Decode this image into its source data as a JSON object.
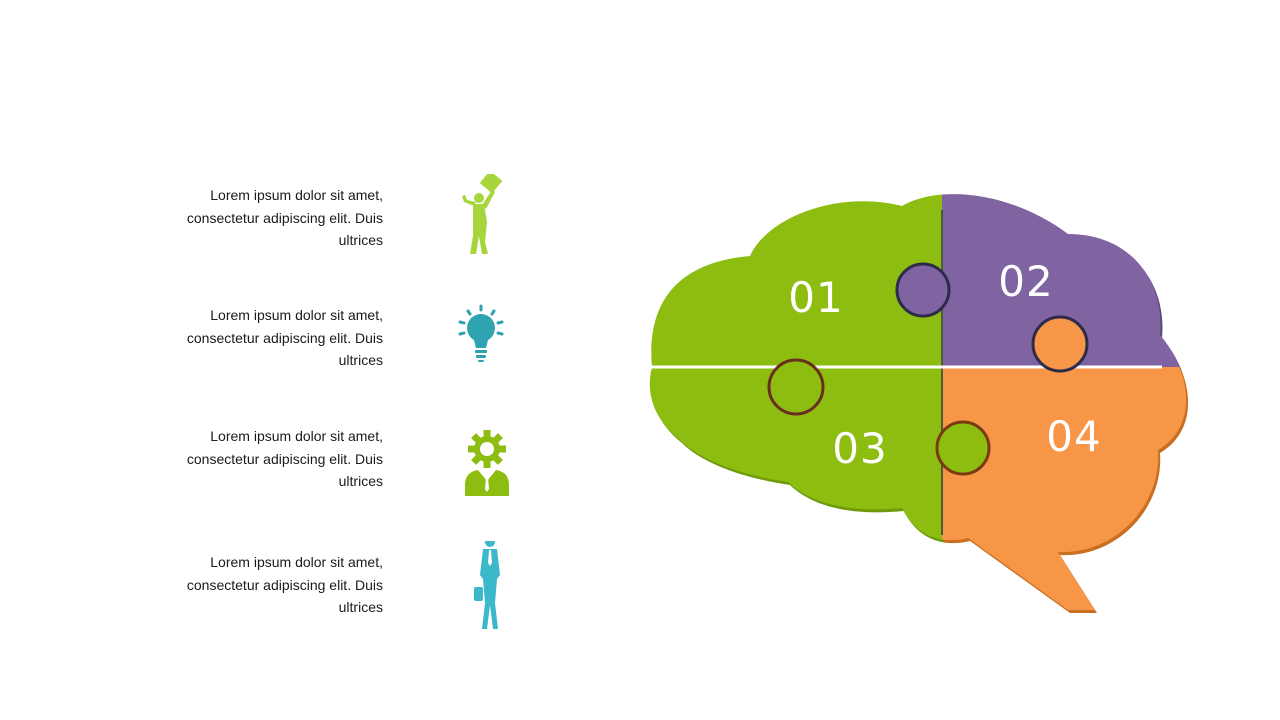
{
  "items": [
    {
      "text": "Lorem ipsum dolor sit amet, consectetur adipiscing elit. Duis ultrices",
      "icon": "cheering-person-with-flag-icon",
      "color": "#a6d63c"
    },
    {
      "text": "Lorem ipsum dolor sit amet, consectetur adipiscing elit. Duis ultrices",
      "icon": "lightbulb-idea-icon",
      "color": "#2fa3b0"
    },
    {
      "text": "Lorem ipsum dolor sit amet, consectetur adipiscing elit. Duis ultrices",
      "icon": "gear-head-businessman-icon",
      "color": "#8dbd10"
    },
    {
      "text": "Lorem ipsum dolor sit amet, consectetur adipiscing elit. Duis ultrices",
      "icon": "businessman-with-briefcase-icon",
      "color": "#3bb8c9"
    }
  ],
  "puzzle": {
    "pieces": [
      {
        "label": "01",
        "color": "#8dbd10"
      },
      {
        "label": "02",
        "color": "#8064a2"
      },
      {
        "label": "03",
        "color": "#8dbd10"
      },
      {
        "label": "04",
        "color": "#f79646"
      }
    ]
  }
}
